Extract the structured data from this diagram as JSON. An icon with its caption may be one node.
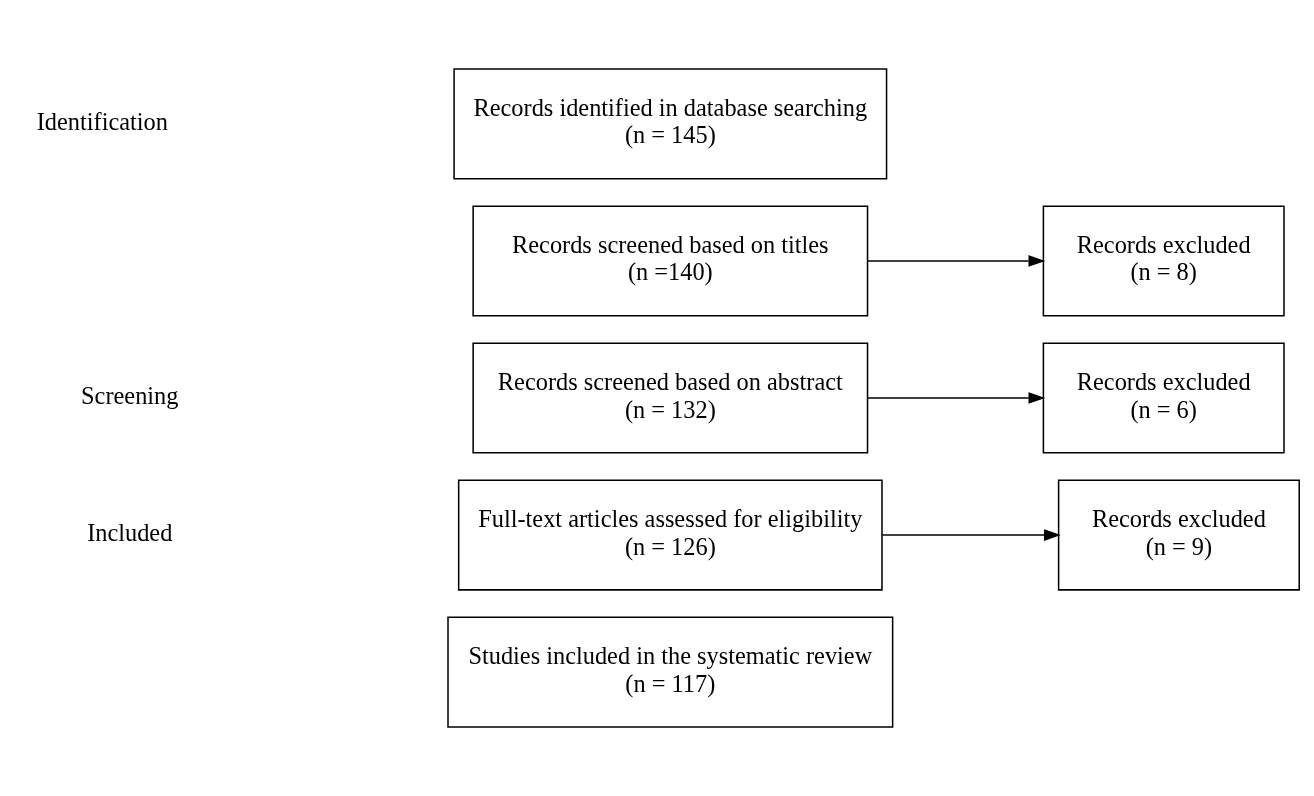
{
  "diagram": {
    "nodes": [
      {
        "text": [
          "Records identified in database searching",
          "(n = 145)"
        ]
      },
      {
        "text": [
          "Records screened based on titles",
          "(n =140)"
        ]
      },
      {
        "text": [
          "Records excluded",
          "(n = 8)"
        ]
      },
      {
        "text": [
          "Records screened based on abstract",
          "(n = 132)"
        ]
      },
      {
        "text": [
          "Records excluded",
          "(n = 6)"
        ]
      },
      {
        "text": [
          "Full-text articles assessed for eligibility",
          "(n = 126)"
        ]
      },
      {
        "text": [
          "Records excluded",
          "(n = 9)"
        ]
      },
      {
        "text": [
          "Studies included in the systematic review",
          "(n = 117)"
        ]
      }
    ],
    "edges": [
      {
        "from": 1,
        "to": 2,
        "arrow": "to"
      },
      {
        "from": 3,
        "to": 4,
        "arrow": "to"
      },
      {
        "from": 5,
        "to": 6,
        "arrow": "to"
      }
    ],
    "labels": [
      "Identification",
      "Screening",
      "Included"
    ]
  }
}
